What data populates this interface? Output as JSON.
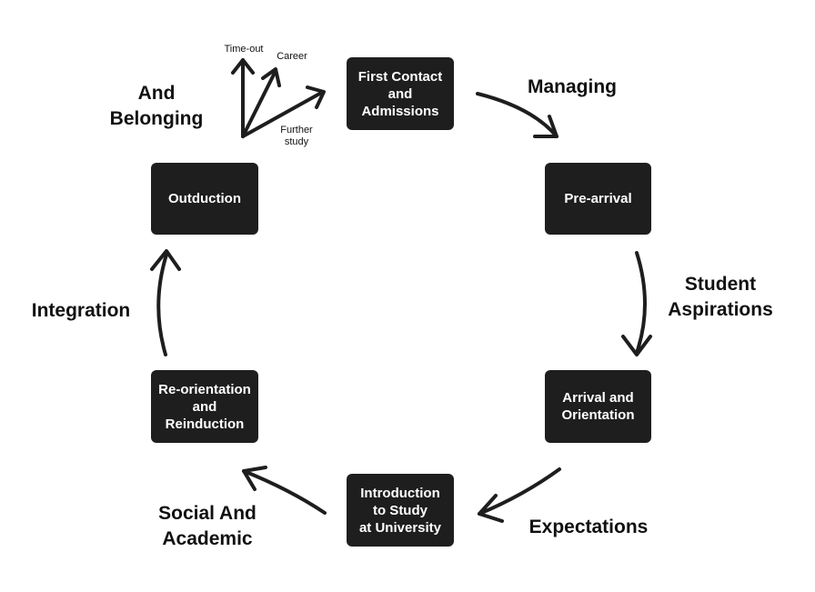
{
  "stages": {
    "first_contact": "First Contact\nand\nAdmissions",
    "pre_arrival": "Pre-arrival",
    "arrival": "Arrival and\nOrientation",
    "introduction": "Introduction\nto Study\nat University",
    "reorientation": "Re-orientation\nand\nReinduction",
    "outduction": "Outduction"
  },
  "labels": {
    "managing": "Managing",
    "student_aspirations": "Student\nAspirations",
    "expectations": "Expectations",
    "social_academic": "Social And\nAcademic",
    "integration": "Integration",
    "and_belonging": "And\nBelonging"
  },
  "exits": {
    "time_out": "Time-out",
    "career": "Career",
    "further_study": "Further\nstudy"
  },
  "colors": {
    "box": "#1e1e1e",
    "text": "#111111",
    "arrow": "#1e1e1e"
  }
}
